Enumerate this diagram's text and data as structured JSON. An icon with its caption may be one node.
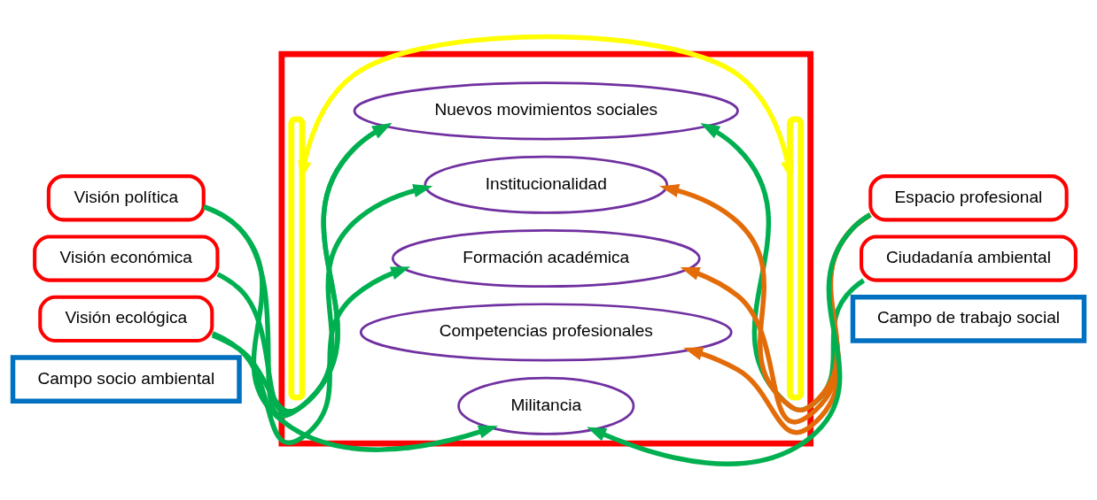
{
  "diagram": {
    "nodes": [
      {
        "text": [
          "Campo socio ambiental"
        ]
      },
      {
        "text": [
          "Campo de trabajo social"
        ]
      },
      {
        "text": [],
        "shape": "box"
      },
      {
        "text": [
          "Visión ecológica"
        ]
      },
      {
        "text": [
          "Visión económica"
        ]
      },
      {
        "text": [
          "Visión política"
        ]
      },
      {
        "text": [
          "Ciudadanía ambiental"
        ]
      },
      {
        "text": [
          "Espacio profesional"
        ]
      },
      {
        "text": [],
        "shape": "brace",
        "in": 2
      },
      {
        "text": [
          "Nuevos movimientos sociales"
        ],
        "in": 2
      },
      {
        "text": [
          "Institucionalidad"
        ],
        "in": 2
      },
      {
        "text": [
          "Formación académica"
        ],
        "in": 2
      },
      {
        "text": [
          "Competencias profesionales"
        ],
        "in": 2
      },
      {
        "text": [
          "Militancia"
        ],
        "in": 2
      },
      {
        "text": [],
        "shape": "brace",
        "in": 2
      }
    ],
    "edges": [
      {
        "from": 3,
        "to": 9,
        "arrow": "to"
      },
      {
        "from": 3,
        "to": 11,
        "arrow": "to"
      },
      {
        "from": 4,
        "to": 10,
        "arrow": "to"
      },
      {
        "from": 5,
        "to": 9,
        "arrow": "to"
      },
      {
        "from": 5,
        "to": 13,
        "arrow": "to"
      },
      {
        "from": 6,
        "to": 9,
        "arrow": "to"
      },
      {
        "from": 8,
        "to": 14,
        "arrow": "both",
        "color": "#ffff00"
      },
      {
        "from": 7,
        "to": 10,
        "arrow": "to",
        "color": "#e36c09"
      },
      {
        "from": 7,
        "to": 11,
        "arrow": "to",
        "color": "#e36c09"
      },
      {
        "from": 7,
        "to": 12,
        "arrow": "to",
        "color": "#e36c09"
      },
      {
        "from": 7,
        "to": 13,
        "arrow": "to"
      }
    ]
  }
}
